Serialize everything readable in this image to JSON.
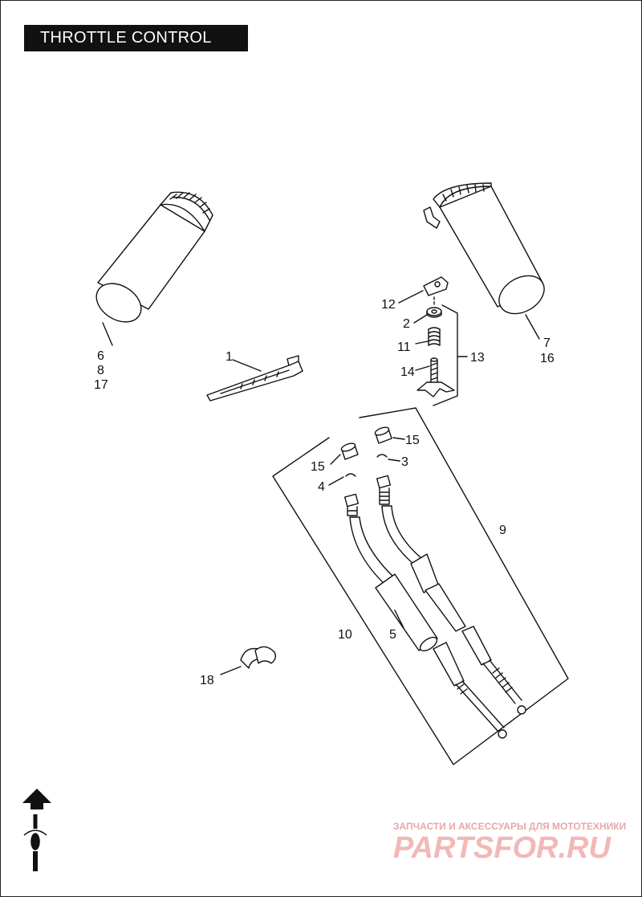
{
  "title": "THROTTLE CONTROL",
  "callouts": {
    "c1": "1",
    "c2": "2",
    "c3": "3",
    "c4": "4",
    "c5": "5",
    "c6": "6",
    "c7": "7",
    "c8": "8",
    "c9": "9",
    "c10": "10",
    "c11": "11",
    "c12": "12",
    "c13": "13",
    "c14": "14",
    "c15a": "15",
    "c15b": "15",
    "c16": "16",
    "c17": "17",
    "c18": "18"
  },
  "watermark": {
    "tagline": "ЗАПЧАСТИ И АКСЕССУАРЫ ДЛЯ МОТОТЕХНИКИ",
    "brand": "PARTSFOR.RU"
  },
  "icons": [
    "front-arrow-icon",
    "motorcycle-topview-icon"
  ]
}
